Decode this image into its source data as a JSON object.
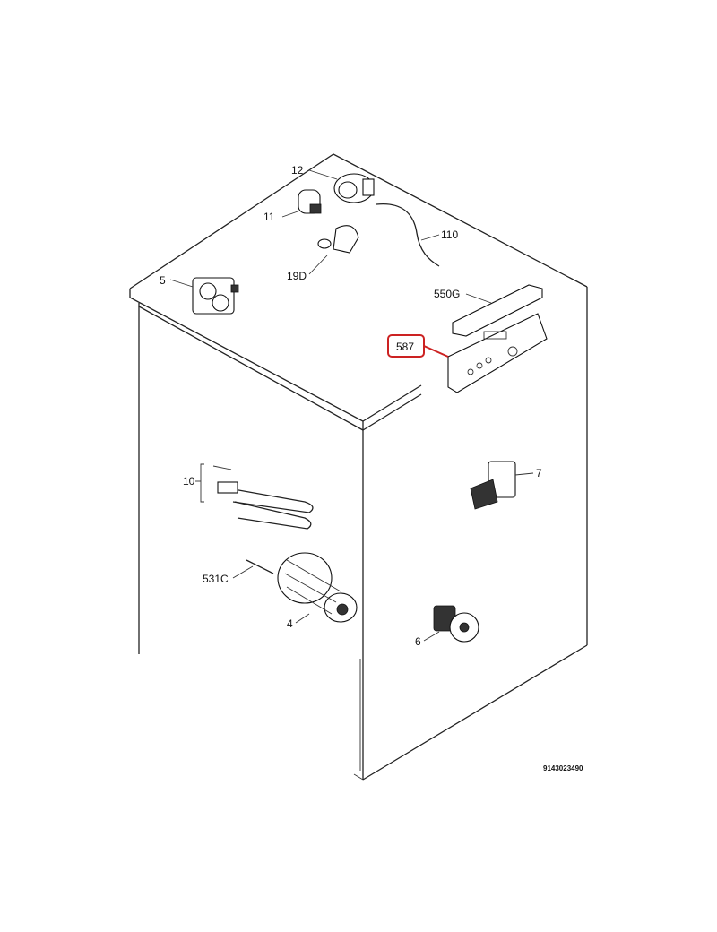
{
  "diagram": {
    "drawing_number": "9143023490",
    "highlight_color": "#cc2222",
    "parts": [
      {
        "id": "12"
      },
      {
        "id": "11"
      },
      {
        "id": "110"
      },
      {
        "id": "19D"
      },
      {
        "id": "5"
      },
      {
        "id": "550G"
      },
      {
        "id": "587",
        "highlighted": true
      },
      {
        "id": "10"
      },
      {
        "id": "7"
      },
      {
        "id": "531C"
      },
      {
        "id": "4"
      },
      {
        "id": "6"
      }
    ]
  }
}
